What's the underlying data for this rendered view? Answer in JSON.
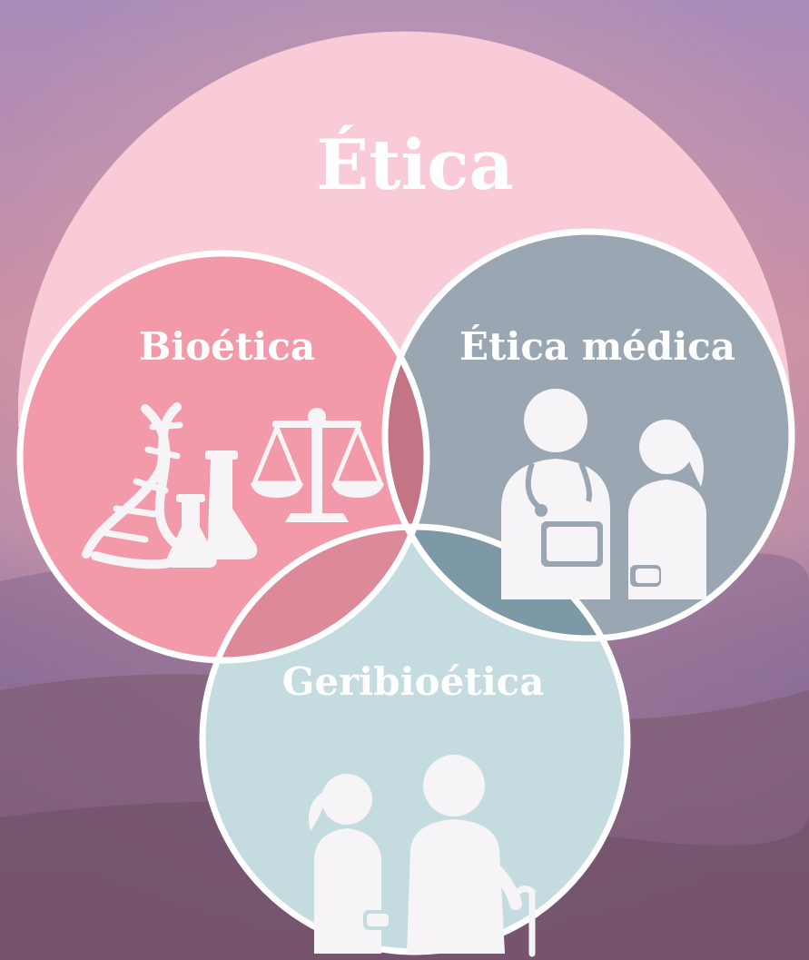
{
  "diagram": {
    "outer": {
      "title": "Ética",
      "color": "#f9cbd6"
    },
    "circles": [
      {
        "id": "bioetica",
        "label": "Bioética",
        "color": "#f29aa9",
        "icons": [
          "dna-icon",
          "flask-icon",
          "flask-icon",
          "scales-icon"
        ]
      },
      {
        "id": "etica-medica",
        "label": "Ética médica",
        "color": "#9aa7b3",
        "icons": [
          "doctor-icon",
          "nurse-icon"
        ]
      },
      {
        "id": "geribioetica",
        "label": "Geribioética",
        "color": "#c4dce0",
        "icons": [
          "caregiver-icon",
          "elderly-person-icon"
        ]
      }
    ],
    "overlap_colors": {
      "bioetica_etica_medica": "#c37485",
      "bioetica_geribioetica": "#dc8a9a",
      "etica_medica_geribioetica": "#7e99a6"
    },
    "stroke_color": "#ffffff"
  }
}
